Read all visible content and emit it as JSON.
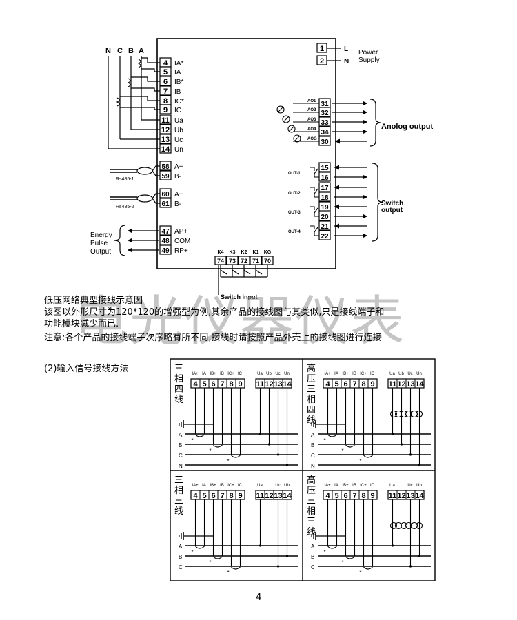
{
  "main_diagram": {
    "phase_labels": [
      "N",
      "C",
      "B",
      "A"
    ],
    "input_terminals": [
      {
        "num": "4",
        "label": "IA*"
      },
      {
        "num": "5",
        "label": "IA"
      },
      {
        "num": "6",
        "label": "IB*"
      },
      {
        "num": "7",
        "label": "IB"
      },
      {
        "num": "8",
        "label": "IC*"
      },
      {
        "num": "9",
        "label": "IC"
      },
      {
        "num": "11",
        "label": "Ua"
      },
      {
        "num": "12",
        "label": "Ub"
      },
      {
        "num": "13",
        "label": "Uc"
      },
      {
        "num": "14",
        "label": "Un"
      }
    ],
    "rs485_1": {
      "terminals": [
        {
          "num": "58",
          "label": "A+"
        },
        {
          "num": "59",
          "label": "B-"
        }
      ],
      "caption": "Rs485-1"
    },
    "rs485_2": {
      "terminals": [
        {
          "num": "60",
          "label": "A+"
        },
        {
          "num": "61",
          "label": "B-"
        }
      ],
      "caption": "Rs485-2"
    },
    "energy_terminals": [
      {
        "num": "47",
        "label": "AP+"
      },
      {
        "num": "48",
        "label": "COM"
      },
      {
        "num": "49",
        "label": "RP+"
      }
    ],
    "energy_label": [
      "Energy",
      "Pulse",
      "Output"
    ],
    "switch_input_terminals": [
      {
        "num": "74",
        "label": "K4"
      },
      {
        "num": "73",
        "label": "K3"
      },
      {
        "num": "72",
        "label": "K2"
      },
      {
        "num": "71",
        "label": "K1"
      },
      {
        "num": "70",
        "label": "KG"
      }
    ],
    "switch_input_label": "Switch input",
    "power_terminals": [
      {
        "num": "1",
        "label": "L"
      },
      {
        "num": "2",
        "label": "N"
      }
    ],
    "power_label": [
      "Power",
      "Supply"
    ],
    "analog_terminals": [
      {
        "num": "31",
        "label": "AO1"
      },
      {
        "num": "32",
        "label": "AO2"
      },
      {
        "num": "33",
        "label": "AO3"
      },
      {
        "num": "34",
        "label": "AO4"
      },
      {
        "num": "30",
        "label": "AOG"
      }
    ],
    "analog_label": "Anolog output",
    "switch_output_terminals": [
      "15",
      "16",
      "17",
      "18",
      "19",
      "20",
      "21",
      "22"
    ],
    "switch_output_labels": [
      "OUT-1",
      "OUT-2",
      "OUT-3",
      "OUT-4"
    ],
    "switch_output_label": [
      "Switch",
      "output"
    ]
  },
  "watermark": "电光仪器仪表",
  "notes": {
    "title": "低压网络典型接线示意图",
    "line1": "该图以外形尺寸为120*120的增强型为例,其余产品的接线图与其类似,只是接线端子和",
    "line2": "功能模块减少而已.",
    "line3": "注意:各个产品的接线端子次序略有所不同,接线时请按照产品外壳上的接线图进行连接"
  },
  "section_title": "(2)输入信号接线方法",
  "panels": [
    {
      "title": "三相四线",
      "phases": [
        "A",
        "B",
        "C",
        "N"
      ]
    },
    {
      "title": "高压三相四线",
      "phases": [
        "A",
        "B",
        "C",
        "N"
      ]
    },
    {
      "title": "三相三线",
      "phases": [
        "A",
        "B",
        "C"
      ]
    },
    {
      "title": "高压三相三线",
      "phases": [
        "A",
        "B",
        "C"
      ]
    }
  ],
  "panel_terminals": {
    "current_labels": [
      "IA+",
      "IA",
      "IB+",
      "IB",
      "IC+",
      "IC"
    ],
    "current_nums": [
      "4",
      "5",
      "6",
      "7",
      "8",
      "9"
    ],
    "voltage_labels_4w": [
      "Ua",
      "Ub",
      "Uc",
      "Un"
    ],
    "voltage_labels_3w": [
      "Ua",
      "",
      "Uc",
      "Ub"
    ],
    "voltage_nums": [
      "11",
      "12",
      "13",
      "14"
    ]
  },
  "page_number": "4"
}
